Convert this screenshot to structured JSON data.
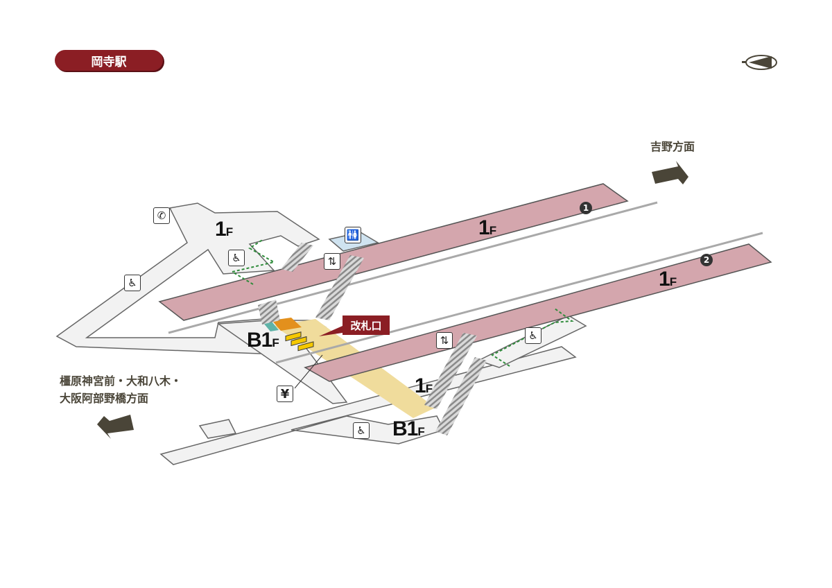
{
  "station": {
    "name": "岡寺駅"
  },
  "directions": {
    "north": "吉野方面",
    "south_line1": "橿原神宮前・大和八木・",
    "south_line2": "大阪阿部野橋方面"
  },
  "floors": {
    "upper_concourse": {
      "num": "1",
      "suffix": "F"
    },
    "platform1": {
      "num": "1",
      "suffix": "F"
    },
    "platform2": {
      "num": "1",
      "suffix": "F"
    },
    "b1_main": {
      "num": "B1",
      "suffix": "F"
    },
    "lower_1f": {
      "num": "1",
      "suffix": "F"
    },
    "lower_b1": {
      "num": "B1",
      "suffix": "F"
    }
  },
  "platforms": [
    {
      "number": "1"
    },
    {
      "number": "2"
    }
  ],
  "ticket_gate": {
    "label": "改札口"
  },
  "ticket_machine": {
    "symbol": "¥"
  },
  "icons": [
    "phone-icon",
    "wheelchair-slope-icon",
    "wheelchair-icon",
    "restroom-icon",
    "escalator-icon"
  ],
  "colors": {
    "accent": "#8b1e24",
    "platform": "#d4a6ad",
    "concourse": "#f2f2f2",
    "paid_area": "#f0dc9c",
    "arrow": "#4a4538",
    "route": "#2e8b3a"
  }
}
